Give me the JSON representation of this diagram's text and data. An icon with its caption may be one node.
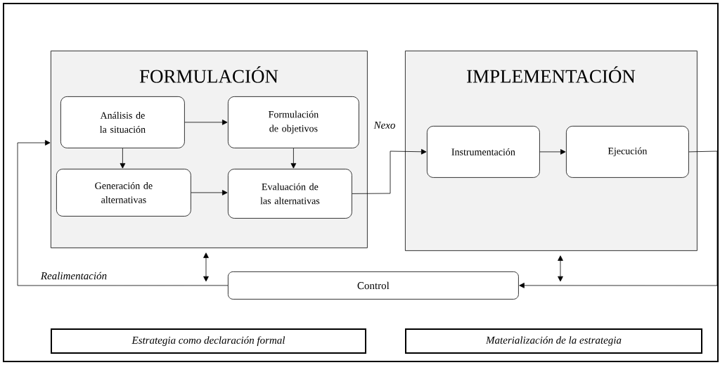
{
  "diagram": {
    "nodes": [
      {
        "text": [
          "FORMULACIÓN"
        ]
      },
      {
        "text": [
          "Análisis de la situación"
        ],
        "in": 0
      },
      {
        "text": [
          "Formulación de objetivos"
        ],
        "in": 0
      },
      {
        "text": [
          "Generación de alternativas"
        ],
        "in": 0
      },
      {
        "text": [
          "Evaluación de las alternativas"
        ],
        "in": 0
      },
      {
        "text": [
          "IMPLEMENTACIÓN"
        ]
      },
      {
        "text": [
          "Instrumentación"
        ],
        "in": 5
      },
      {
        "text": [
          "Ejecución"
        ],
        "in": 5
      },
      {
        "text": [
          "Control"
        ]
      },
      {
        "text": [
          "Estrategia como declaración formal"
        ]
      },
      {
        "text": [
          "Materialización de la estrategia"
        ]
      }
    ],
    "edges": [
      {
        "from": 1,
        "to": 2,
        "arrow": "to"
      },
      {
        "from": 1,
        "to": 3,
        "arrow": "to"
      },
      {
        "from": 2,
        "to": 4,
        "arrow": "to"
      },
      {
        "from": 3,
        "to": 4,
        "arrow": "to"
      },
      {
        "from": 4,
        "to": 6,
        "arrow": "to",
        "label": "Nexo"
      },
      {
        "from": 6,
        "to": 7,
        "arrow": "to"
      },
      {
        "from": 7,
        "to": 8,
        "arrow": "to"
      },
      {
        "from": 8,
        "to": 0,
        "arrow": "to",
        "label": "Realimentación"
      },
      {
        "from": 0,
        "to": null,
        "arrow": "both"
      },
      {
        "from": 5,
        "to": null,
        "arrow": "both"
      }
    ]
  }
}
